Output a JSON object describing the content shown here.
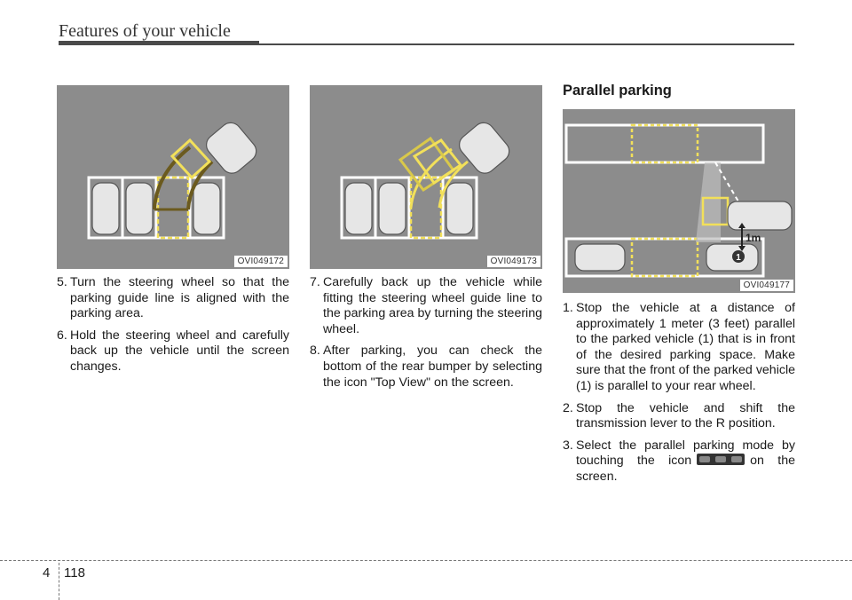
{
  "header": {
    "title": "Features of your vehicle"
  },
  "figures": [
    {
      "code": "OVI049172"
    },
    {
      "code": "OVI049173"
    },
    {
      "code": "OVI049177",
      "distance_label": "1m",
      "vehicle_marker": "1"
    }
  ],
  "col1": {
    "steps": [
      {
        "num": "5.",
        "text": "Turn the steering wheel so that the parking guide line is aligned with the parking area."
      },
      {
        "num": "6.",
        "text": "Hold the steering wheel and carefully back up the vehicle until the screen changes."
      }
    ]
  },
  "col2": {
    "steps": [
      {
        "num": "7.",
        "text": "Carefully back up the vehicle while fitting the steering wheel guide line to the parking area by turning the steering wheel."
      },
      {
        "num": "8.",
        "text": "After parking, you can check the bottom of the rear bumper by selecting the icon \"Top View\" on the screen."
      }
    ]
  },
  "col3": {
    "heading": "Parallel parking",
    "steps": [
      {
        "num": "1.",
        "text": "Stop the vehicle at a distance of approximately 1 meter (3 feet) parallel to the parked vehicle (1) that is in front of the desired parking space. Make sure that the front of the parked vehicle (1) is parallel to your rear wheel."
      },
      {
        "num": "2.",
        "text": "Stop the vehicle and shift the transmission lever to the R position."
      }
    ],
    "step3": {
      "num": "3.",
      "before": "Select the parallel parking mode by touching the icon",
      "after": "on the screen.",
      "icon": "parallel-parking-icon"
    }
  },
  "footer": {
    "chapter": "4",
    "page": "118"
  }
}
